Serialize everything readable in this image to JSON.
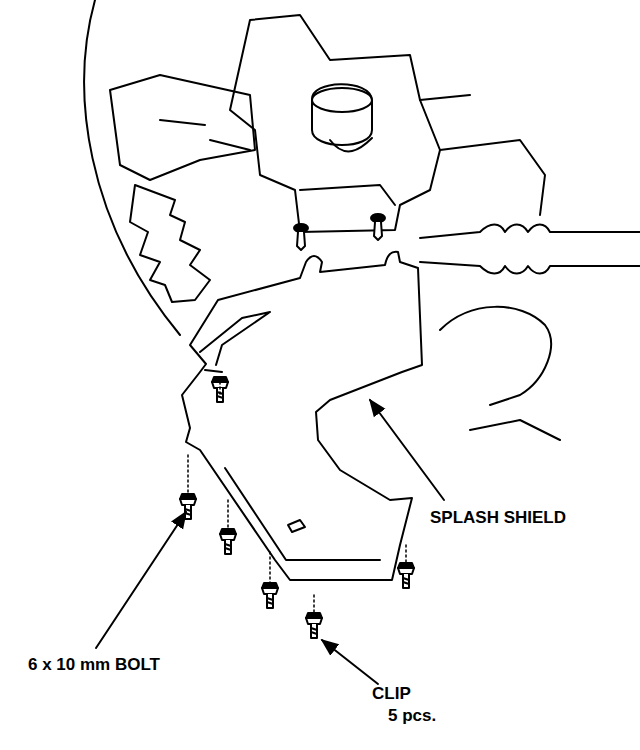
{
  "diagram": {
    "labels": [
      "SPLASH SHIELD",
      "6 x 10 mm BOLT",
      "CLIP",
      "5 pcs."
    ]
  }
}
